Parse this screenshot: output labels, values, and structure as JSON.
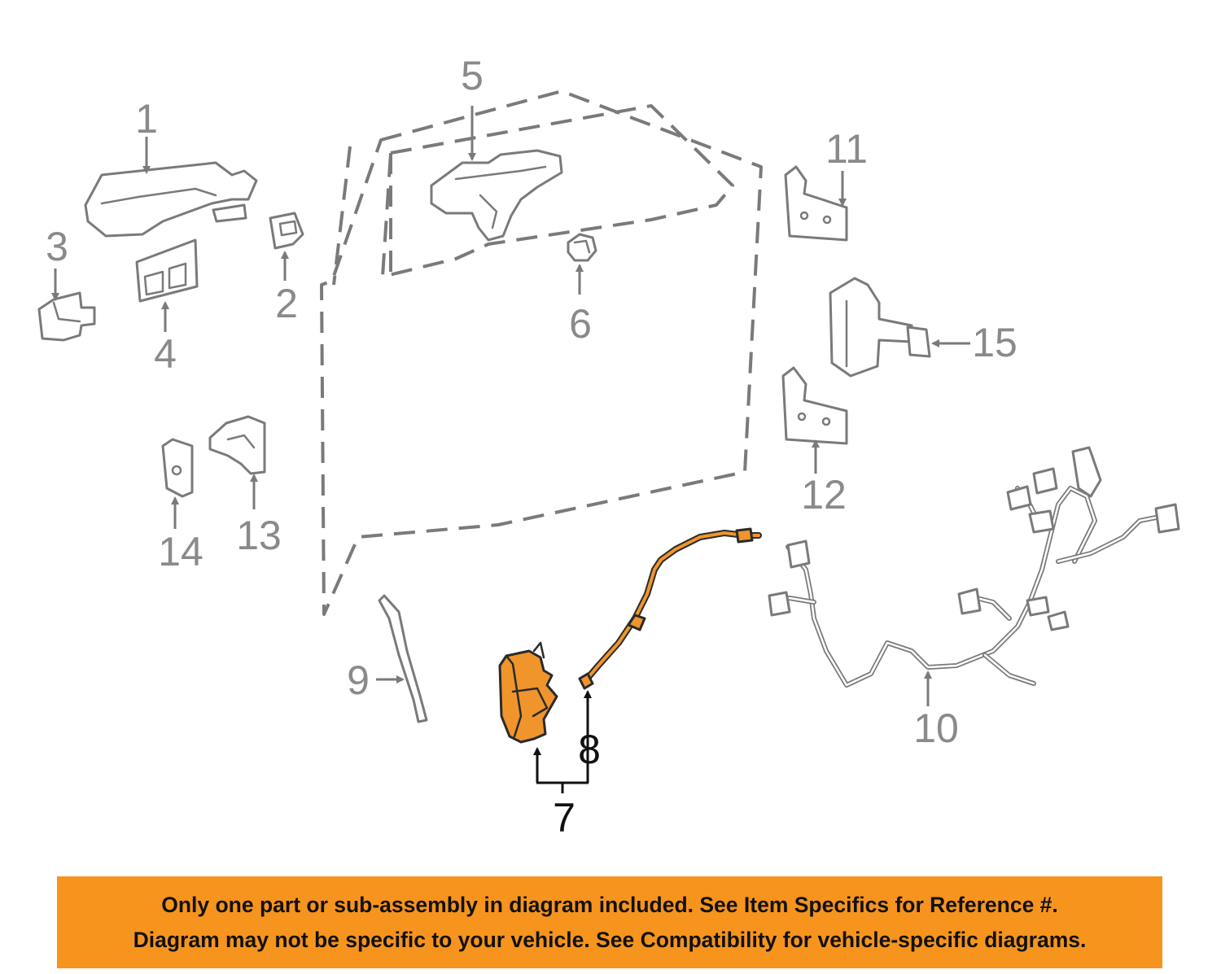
{
  "callouts": {
    "c1": "1",
    "c2": "2",
    "c3": "3",
    "c4": "4",
    "c5": "5",
    "c6": "6",
    "c7": "7",
    "c8": "8",
    "c9": "9",
    "c10": "10",
    "c11": "11",
    "c12": "12",
    "c13": "13",
    "c14": "14",
    "c15": "15"
  },
  "colors": {
    "highlight": "#f0952b",
    "banner": "#f7941d",
    "outline": "#7a7a7a"
  },
  "banner": {
    "line1": "Only one part or sub-assembly in diagram included. See Item Specifics for Reference #.",
    "line2": "Diagram may not be specific to your vehicle. See Compatibility for vehicle-specific diagrams."
  }
}
